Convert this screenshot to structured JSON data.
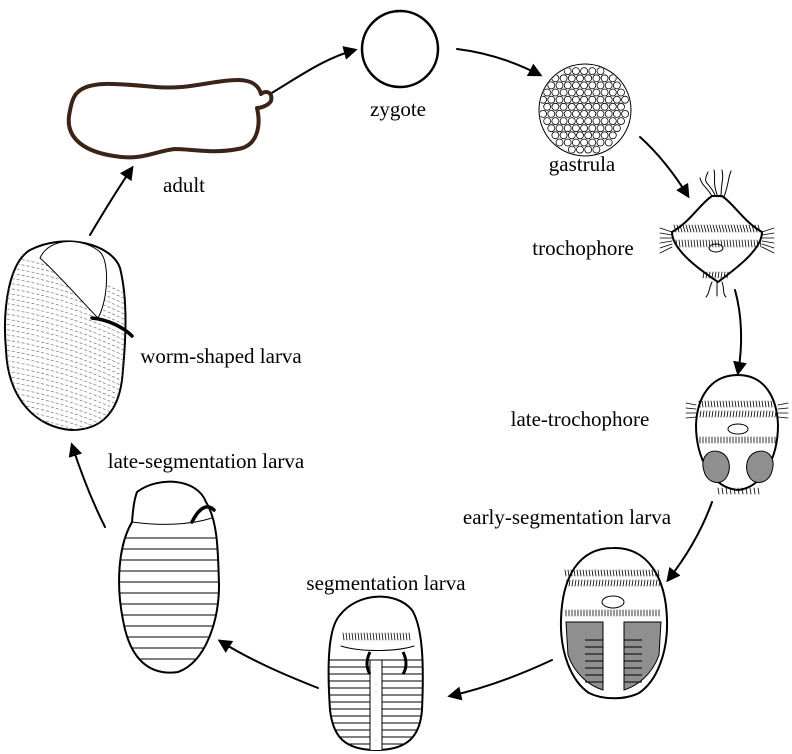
{
  "stages": [
    {
      "id": "zygote",
      "label": "zygote"
    },
    {
      "id": "gastrula",
      "label": "gastrula"
    },
    {
      "id": "trochophore",
      "label": "trochophore"
    },
    {
      "id": "late-trochophore",
      "label": "late-trochophore"
    },
    {
      "id": "early-segmentation",
      "label": "early-segmentation larva"
    },
    {
      "id": "segmentation",
      "label": "segmentation larva"
    },
    {
      "id": "late-segmentation",
      "label": "late-segmentation larva"
    },
    {
      "id": "worm-shaped",
      "label": "worm-shaped larva"
    },
    {
      "id": "adult",
      "label": "adult"
    }
  ],
  "colors": {
    "ink": "#000000",
    "adult_outline": "#3a2418",
    "shading": "#8f8f8f",
    "background": "#ffffff"
  }
}
